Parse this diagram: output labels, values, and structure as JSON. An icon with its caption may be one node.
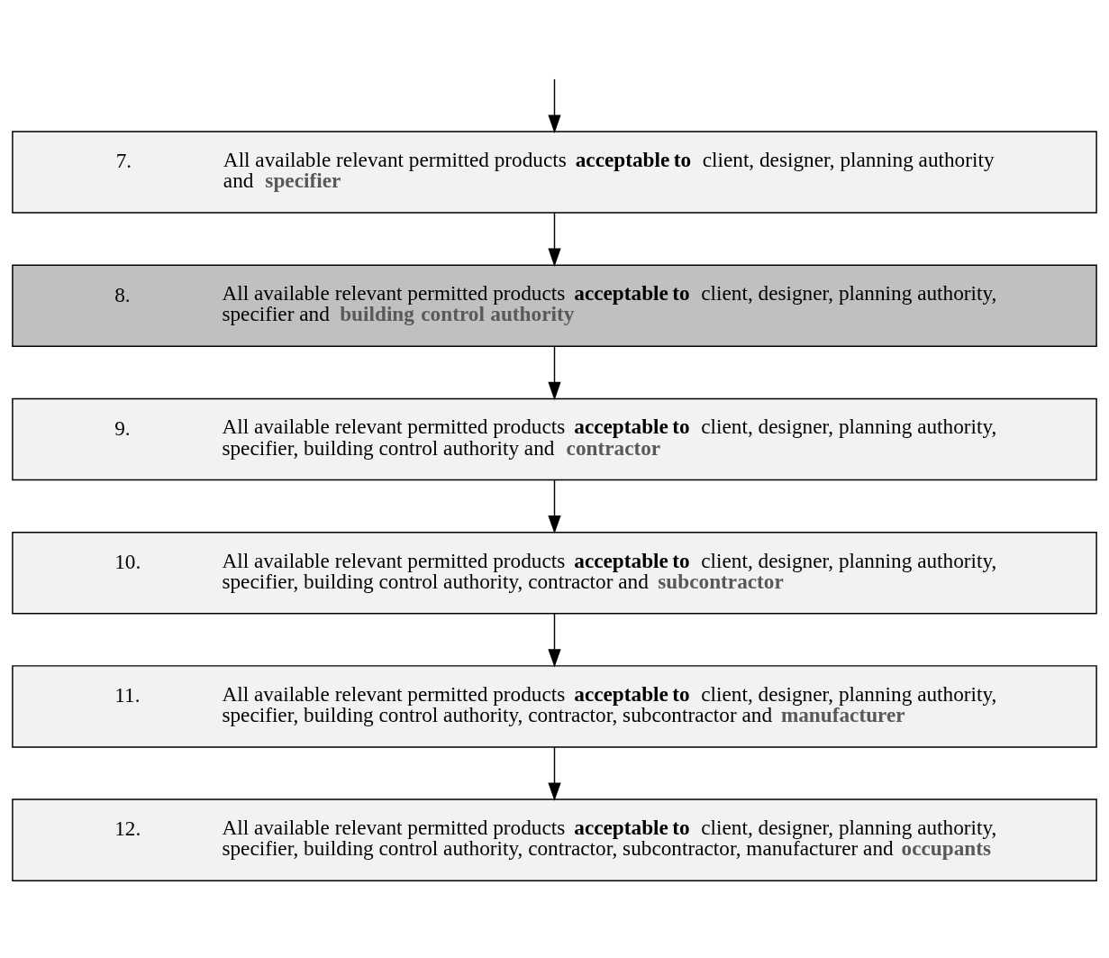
{
  "diagram": {
    "nodes": [
      {
        "text": [
          "7.",
          "All available relevant permitted products **acceptable to** client, designer, planning authority and **specifier**"
        ]
      },
      {
        "text": [
          "8.",
          "All available relevant permitted products **acceptable to** client, designer, planning authority, specifier and **building control authority**"
        ]
      },
      {
        "text": [
          "9.",
          "All available relevant permitted products **acceptable to** client, designer, planning authority, specifier, building control authority and **contractor**"
        ]
      },
      {
        "text": [
          "10.",
          "All available relevant permitted products **acceptable to** client, designer, planning authority, specifier, building control authority, contractor and **subcontractor**"
        ]
      },
      {
        "text": [
          "11.",
          "All available relevant permitted products **acceptable to** client, designer, planning authority, specifier, building control authority, contractor, subcontractor and **manufacturer**"
        ]
      },
      {
        "text": [
          "12.",
          "All available relevant permitted products **acceptable to** client, designer, planning authority, specifier, building control authority, contractor, subcontractor, manufacturer and **occupants**"
        ]
      }
    ],
    "edges": [
      {
        "from": null,
        "to": 0,
        "arrow": "to"
      },
      {
        "from": 0,
        "to": 1,
        "arrow": "to"
      },
      {
        "from": 1,
        "to": 2,
        "arrow": "to"
      },
      {
        "from": 2,
        "to": 3,
        "arrow": "to"
      },
      {
        "from": 3,
        "to": 4,
        "arrow": "to"
      },
      {
        "from": 4,
        "to": 5,
        "arrow": "to"
      }
    ]
  }
}
